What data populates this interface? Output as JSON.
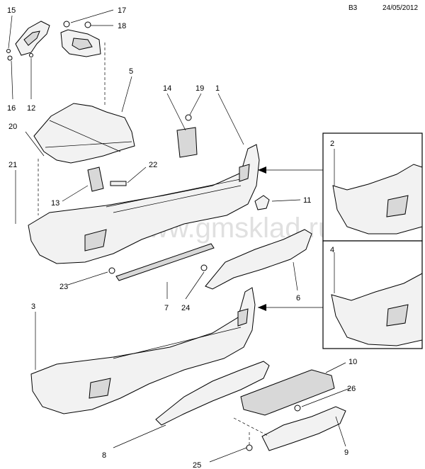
{
  "header": {
    "sheet": "B3",
    "date": "24/05/2012"
  },
  "watermark": "www.gmsklad.ru",
  "callouts": {
    "c1": "1",
    "c2": "2",
    "c3": "3",
    "c4": "4",
    "c5": "5",
    "c6": "6",
    "c7": "7",
    "c8": "8",
    "c9": "9",
    "c10": "10",
    "c11": "11",
    "c12": "12",
    "c13": "13",
    "c14": "14",
    "c15": "15",
    "c16": "16",
    "c17": "17",
    "c18": "18",
    "c19": "19",
    "c20": "20",
    "c21": "21",
    "c22": "22",
    "c23": "23",
    "c24": "24",
    "c25": "25",
    "c26": "26"
  }
}
